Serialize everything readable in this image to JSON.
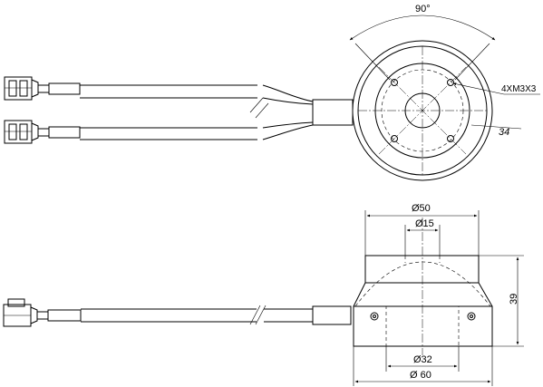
{
  "dimensions": {
    "angle": "90°",
    "holes": "4XM3X3",
    "pitch": "34",
    "outer_top": "Ø50",
    "inner_top": "Ø15",
    "height": "39",
    "inner_bottom": "Ø32",
    "outer_bottom": "Ø 60"
  }
}
